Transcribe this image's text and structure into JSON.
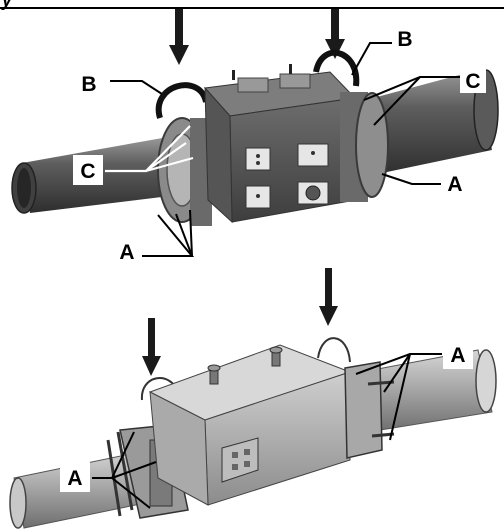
{
  "header_fragment": "y",
  "labels": {
    "top_b_left": "B",
    "top_b_right": "B",
    "top_c_left": "C",
    "top_c_right": "C",
    "top_a_right": "A",
    "top_a_left": "A",
    "bottom_a_right": "A",
    "bottom_a_left": "A"
  }
}
